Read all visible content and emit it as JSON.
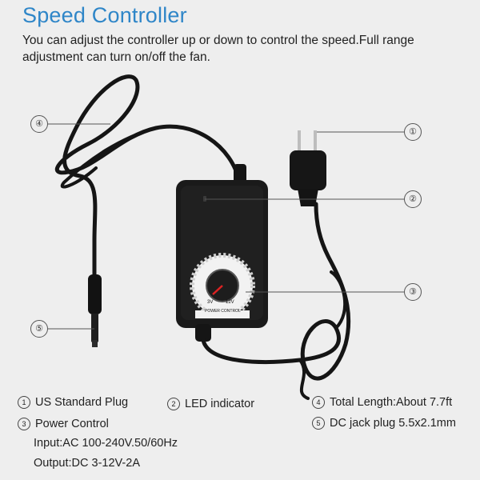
{
  "title": "Speed Controller",
  "subtitle": "You can adjust the controller up or down to control the speed.Full range adjustment can turn on/off the fan.",
  "callouts": [
    "①",
    "②",
    "③",
    "④",
    "⑤"
  ],
  "dial": {
    "min_label": "3V",
    "max_label": "12V",
    "caption": "POWER CONTROL"
  },
  "specs": {
    "plug": {
      "num": "1",
      "label": "US Standard Plug"
    },
    "led": {
      "num": "2",
      "label": "LED indicator"
    },
    "length": {
      "num": "4",
      "label": "Total Length:About 7.7ft"
    },
    "control": {
      "num": "3",
      "label": "Power Control"
    },
    "jack": {
      "num": "5",
      "label": "DC jack plug 5.5x2.1mm"
    },
    "input": "Input:AC 100-240V.50/60Hz",
    "output": "Output:DC 3-12V-2A"
  },
  "colors": {
    "accent": "#2f86c8",
    "device": "#1a1a1a"
  }
}
